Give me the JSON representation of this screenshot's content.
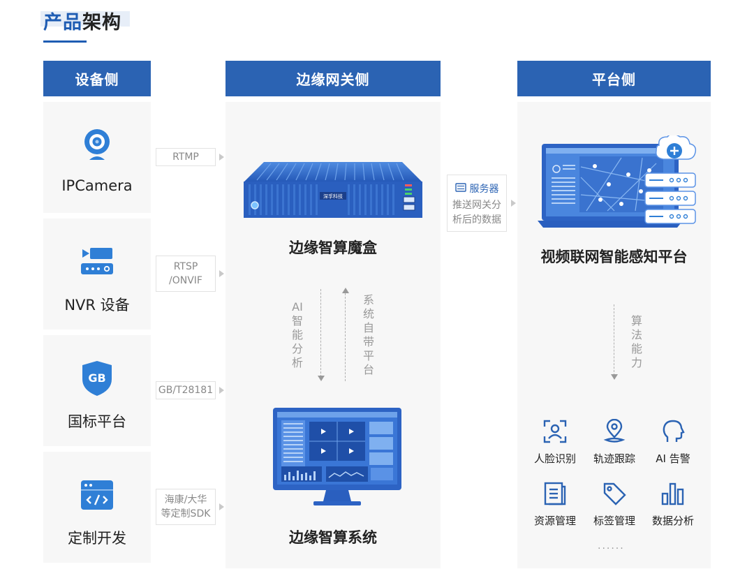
{
  "page_title": {
    "part1": "产品",
    "part2": "架构"
  },
  "columns": {
    "device": {
      "header": "设备侧"
    },
    "gateway": {
      "header": "边缘网关侧"
    },
    "platform": {
      "header": "平台侧"
    }
  },
  "devices": [
    {
      "label": "IPCamera",
      "icon": "webcam-icon",
      "protocol_line1": "RTMP",
      "protocol_line2": ""
    },
    {
      "label": "NVR 设备",
      "icon": "nvr-icon",
      "protocol_line1": "RTSP",
      "protocol_line2": "/ONVIF"
    },
    {
      "label": "国标平台",
      "icon": "gb-shield-icon",
      "protocol_line1": "GB/T28181",
      "protocol_line2": ""
    },
    {
      "label": "定制开发",
      "icon": "code-window-icon",
      "protocol_line1": "海康/大华",
      "protocol_line2": "等定制SDK"
    }
  ],
  "gateway": {
    "box_label": "边缘智算魔盒",
    "box_brand": "深孚科技",
    "system_label": "边缘智算系统",
    "down_flow": "AI智能分析",
    "up_flow": "系统自带平台"
  },
  "server_tag": {
    "title": "服务器",
    "line1": "推送网关分",
    "line2": "析后的数据"
  },
  "platform": {
    "label": "视频联网智能感知平台",
    "flow": "算法能力",
    "features": [
      {
        "label": "人脸识别",
        "icon": "face-scan-icon"
      },
      {
        "label": "轨迹跟踪",
        "icon": "location-track-icon"
      },
      {
        "label": "AI 告警",
        "icon": "ai-head-icon"
      },
      {
        "label": "资源管理",
        "icon": "document-list-icon"
      },
      {
        "label": "标签管理",
        "icon": "tag-icon"
      },
      {
        "label": "数据分析",
        "icon": "bar-chart-icon"
      }
    ],
    "more": "······"
  },
  "colors": {
    "primary": "#2b63b3",
    "accent": "#1e5cb3",
    "panel": "#f7f7f7",
    "muted": "#999999"
  }
}
